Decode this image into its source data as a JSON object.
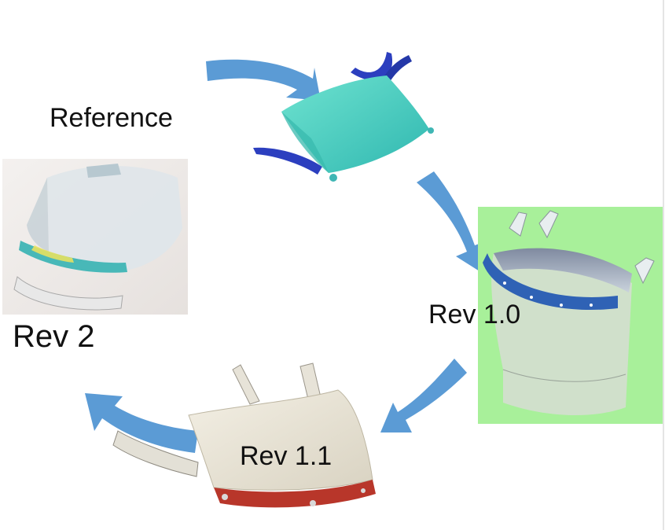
{
  "labels": {
    "reference": "Reference",
    "rev2": "Rev 2",
    "rev10": "Rev 1.0",
    "rev11": "Rev 1.1"
  },
  "images": {
    "reference": "teal face shield model with blue headband clips",
    "rev10": "face shield with blue headband on green background",
    "rev11": "cream visor with red headband",
    "rev2": "clear face shield photo with teal frame"
  },
  "colors": {
    "arrow": "#5b9bd5",
    "reference_visor": "#4fd6c0",
    "reference_clip": "#2c3fbf",
    "rev10_bg": "#a8f09a",
    "rev10_band": "#2f62b5",
    "rev11_visor": "#e8e3d5",
    "rev11_band": "#b8362a",
    "rev2_frame": "#48b8b8"
  }
}
